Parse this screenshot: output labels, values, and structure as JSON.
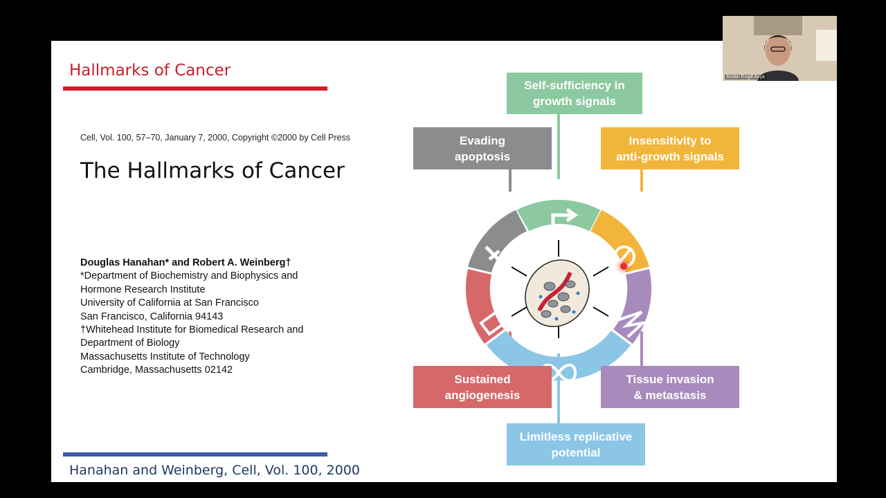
{
  "slide": {
    "title": "Hallmarks of Cancer",
    "citation": "Cell, Vol. 100, 57–70, January 7, 2000, Copyright ©2000 by Cell Press",
    "paper_title": "The Hallmarks of Cancer",
    "authors": "Douglas Hanahan* and Robert A. Weinberg†",
    "affiliation_lines": [
      "*Department of Biochemistry and Biophysics and",
      "Hormone Research Institute",
      "University of California at San Francisco",
      "San Francisco, California 94143",
      "†Whitehead Institute for Biomedical Research and",
      "Department of Biology",
      "Massachusetts Institute of Technology",
      "Cambridge, Massachusetts 02142"
    ],
    "footer": "Hanahan and Weinberg, Cell, Vol. 100, 2000"
  },
  "diagram": {
    "hallmarks": [
      {
        "label": "Self-sufficiency in\ngrowth signals",
        "color": "#8cc8a0"
      },
      {
        "label": "Insensitivity to\nanti-growth signals",
        "color": "#f2b53b"
      },
      {
        "label": "Tissue invasion\n& metastasis",
        "color": "#a88bbd"
      },
      {
        "label": "Limitless replicative\npotential",
        "color": "#8cc6e6"
      },
      {
        "label": "Sustained\nangiogenesis",
        "color": "#d6686a"
      },
      {
        "label": "Evading\napoptosis",
        "color": "#8a8c8e"
      }
    ]
  },
  "video": {
    "participant_name": "Arslan Engill Ayça"
  }
}
